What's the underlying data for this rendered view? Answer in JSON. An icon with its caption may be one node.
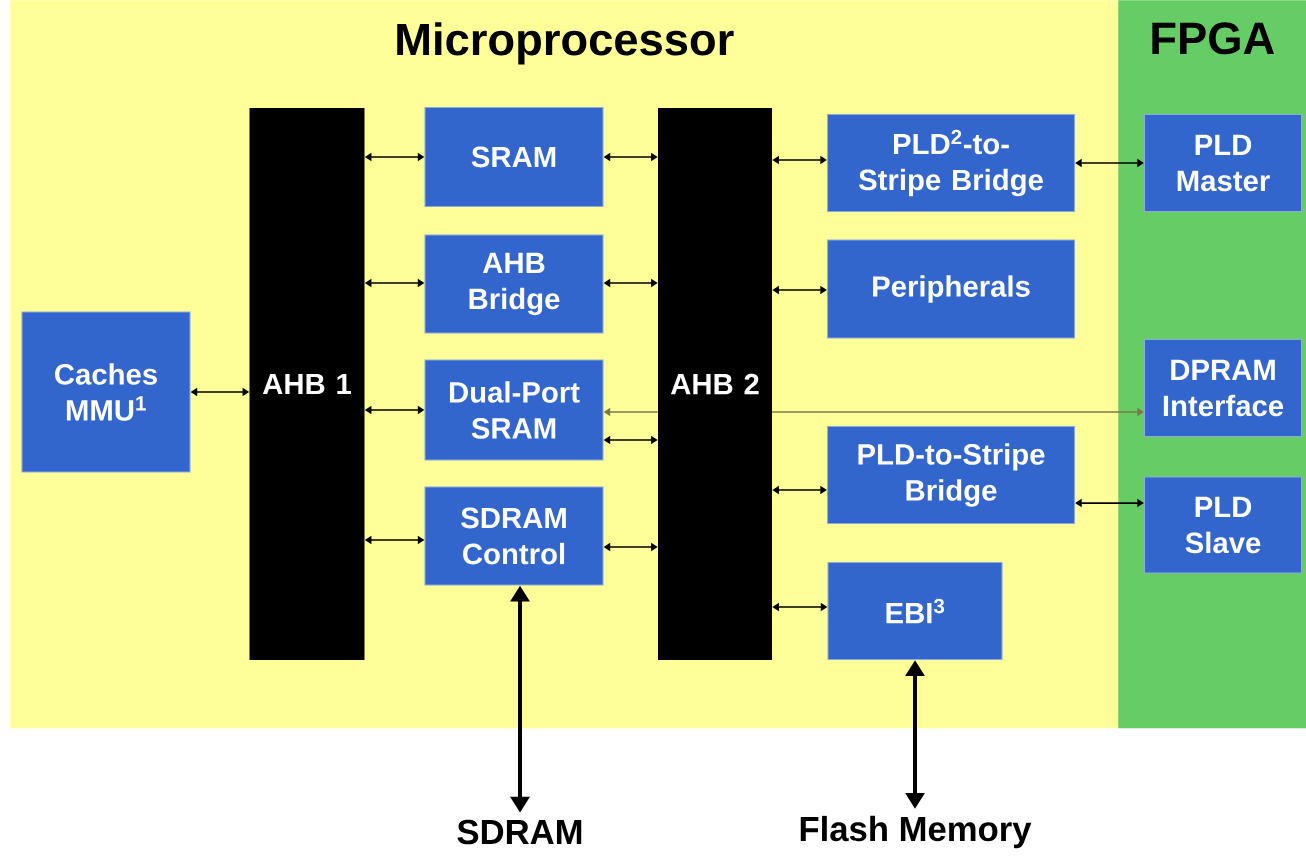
{
  "diagram": {
    "nodes": [
      {
        "text": [
          "Microprocessor"
        ]
      },
      {
        "text": [
          "FPGA"
        ]
      },
      {
        "text": [
          "Caches MMU$^{1}$"
        ],
        "in": 0
      },
      {
        "text": [
          "AHB 1"
        ],
        "in": 0
      },
      {
        "text": [
          "SRAM"
        ],
        "in": 0
      },
      {
        "text": [
          "AHB Bridge"
        ],
        "in": 0
      },
      {
        "text": [
          "Dual-Port SRAM"
        ],
        "in": 0
      },
      {
        "text": [
          "SDRAM Control"
        ],
        "in": 0
      },
      {
        "text": [
          "AHB 2"
        ],
        "in": 0
      },
      {
        "text": [
          "PLD$^{2}$-to-Stripe Bridge"
        ],
        "in": 0
      },
      {
        "text": [
          "Peripherals"
        ],
        "in": 0
      },
      {
        "text": [
          "PLD-to-Stripe Bridge"
        ],
        "in": 0
      },
      {
        "text": [
          "EBI$^{3}$"
        ],
        "in": 0
      },
      {
        "text": [
          "PLD Master"
        ],
        "in": 1
      },
      {
        "text": [
          "DPRAM Interface"
        ],
        "in": 1
      },
      {
        "text": [
          "PLD Slave"
        ],
        "in": 1
      },
      {
        "text": [
          "SDRAM"
        ]
      },
      {
        "text": [
          "Flash Memory"
        ]
      }
    ],
    "edges": [
      {
        "from": 2,
        "to": 3,
        "arrow": "both"
      },
      {
        "from": 3,
        "to": 4,
        "arrow": "both"
      },
      {
        "from": 3,
        "to": 5,
        "arrow": "both"
      },
      {
        "from": 3,
        "to": 6,
        "arrow": "both"
      },
      {
        "from": 3,
        "to": 7,
        "arrow": "both"
      },
      {
        "from": 4,
        "to": 8,
        "arrow": "both"
      },
      {
        "from": 5,
        "to": 8,
        "arrow": "both"
      },
      {
        "from": 8,
        "to": 6,
        "arrow": "to",
        "color": "#7a7a48"
      },
      {
        "from": 8,
        "to": 14,
        "arrow": "to",
        "color": "#7a7a48"
      },
      {
        "from": 6,
        "to": 8,
        "arrow": "both"
      },
      {
        "from": 7,
        "to": 8,
        "arrow": "both"
      },
      {
        "from": 8,
        "to": 9,
        "arrow": "both"
      },
      {
        "from": 8,
        "to": 10,
        "arrow": "both"
      },
      {
        "from": 8,
        "to": 11,
        "arrow": "both"
      },
      {
        "from": 8,
        "to": 12,
        "arrow": "both"
      },
      {
        "from": 9,
        "to": 13,
        "arrow": "both"
      },
      {
        "from": 11,
        "to": 15,
        "arrow": "both"
      },
      {
        "from": 7,
        "to": 16,
        "arrow": "both",
        "style": "thick"
      },
      {
        "from": 12,
        "to": 17,
        "arrow": "both",
        "style": "thick"
      }
    ]
  }
}
